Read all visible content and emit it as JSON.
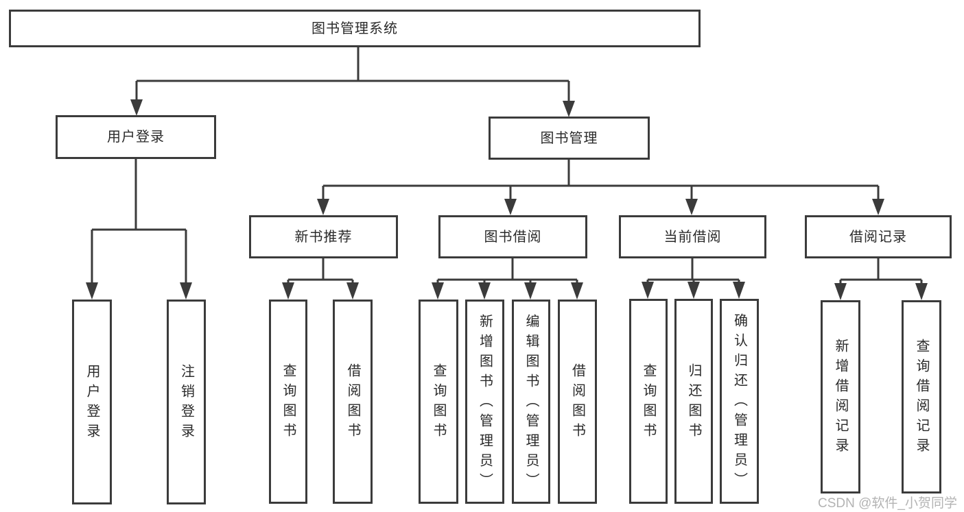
{
  "diagram": {
    "root": "图书管理系统",
    "level2": [
      {
        "label": "用户登录"
      },
      {
        "label": "图书管理"
      }
    ],
    "level3": [
      {
        "label": "新书推荐"
      },
      {
        "label": "图书借阅"
      },
      {
        "label": "当前借阅"
      },
      {
        "label": "借阅记录"
      }
    ],
    "leaves": {
      "user_login": [
        "用户登录",
        "注销登录"
      ],
      "new_book": [
        "查询图书",
        "借阅图书"
      ],
      "book_borrow": [
        "查询图书",
        "新增图书（管理员）",
        "编辑图书（管理员）",
        "借阅图书"
      ],
      "current_borrow": [
        "查询图书",
        "归还图书",
        "确认归还（管理员）"
      ],
      "borrow_record": [
        "新增借阅记录",
        "查询借阅记录"
      ]
    },
    "colors": {
      "line": "#3b3b3b",
      "box_border": "#3b3b3b",
      "text": "#2a2a2a",
      "watermark": "#b3b3b3"
    },
    "watermark": "CSDN @软件_小贺同学"
  }
}
